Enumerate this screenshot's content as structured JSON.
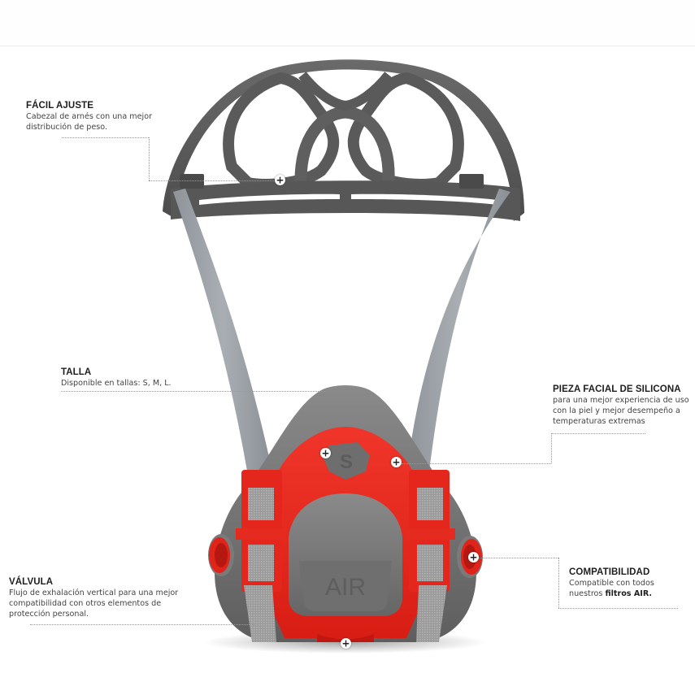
{
  "product": {
    "name": "Half-face respirator AIR",
    "filter_badge": "AIR",
    "size_badge": "S",
    "colors": {
      "frame_gray": "#5f5f5f",
      "frame_dark": "#4a4a4a",
      "strap_gray": "#9aa0a5",
      "body_gray": "#7a7a7a",
      "accent_red": "#e8281e",
      "cover_gray": "#7c7c7c"
    }
  },
  "callouts": [
    {
      "id": "facil-ajuste",
      "title": "FÁCIL AJUSTE",
      "desc_lines": [
        "Cabezal de arnés con una mejor",
        "distribución de peso."
      ]
    },
    {
      "id": "talla",
      "title": "TALLA",
      "desc_lines": [
        "Disponible en tallas: S, M, L."
      ]
    },
    {
      "id": "pieza-facial",
      "title": "PIEZA FACIAL DE SILICONA",
      "desc_lines": [
        "para una mejor experiencia de uso",
        "con la piel y mejor desempeño a",
        "temperaturas extremas"
      ]
    },
    {
      "id": "valvula",
      "title": "VÁLVULA",
      "desc_lines": [
        "Flujo de exhalación vertical para una mejor",
        "compatibilidad con otros elementos de",
        "protección personal."
      ]
    },
    {
      "id": "compatibilidad",
      "title": "COMPATIBILIDAD",
      "desc_lines": [
        "Compatible con todos"
      ],
      "desc_prefix": "nuestros ",
      "desc_bold": "filtros AIR."
    }
  ],
  "hotspots": [
    {
      "id": "harness",
      "symbol": "+"
    },
    {
      "id": "size",
      "symbol": "+"
    },
    {
      "id": "facepiece",
      "symbol": "+"
    },
    {
      "id": "filter-port",
      "symbol": "+"
    },
    {
      "id": "valve",
      "symbol": "+"
    }
  ]
}
